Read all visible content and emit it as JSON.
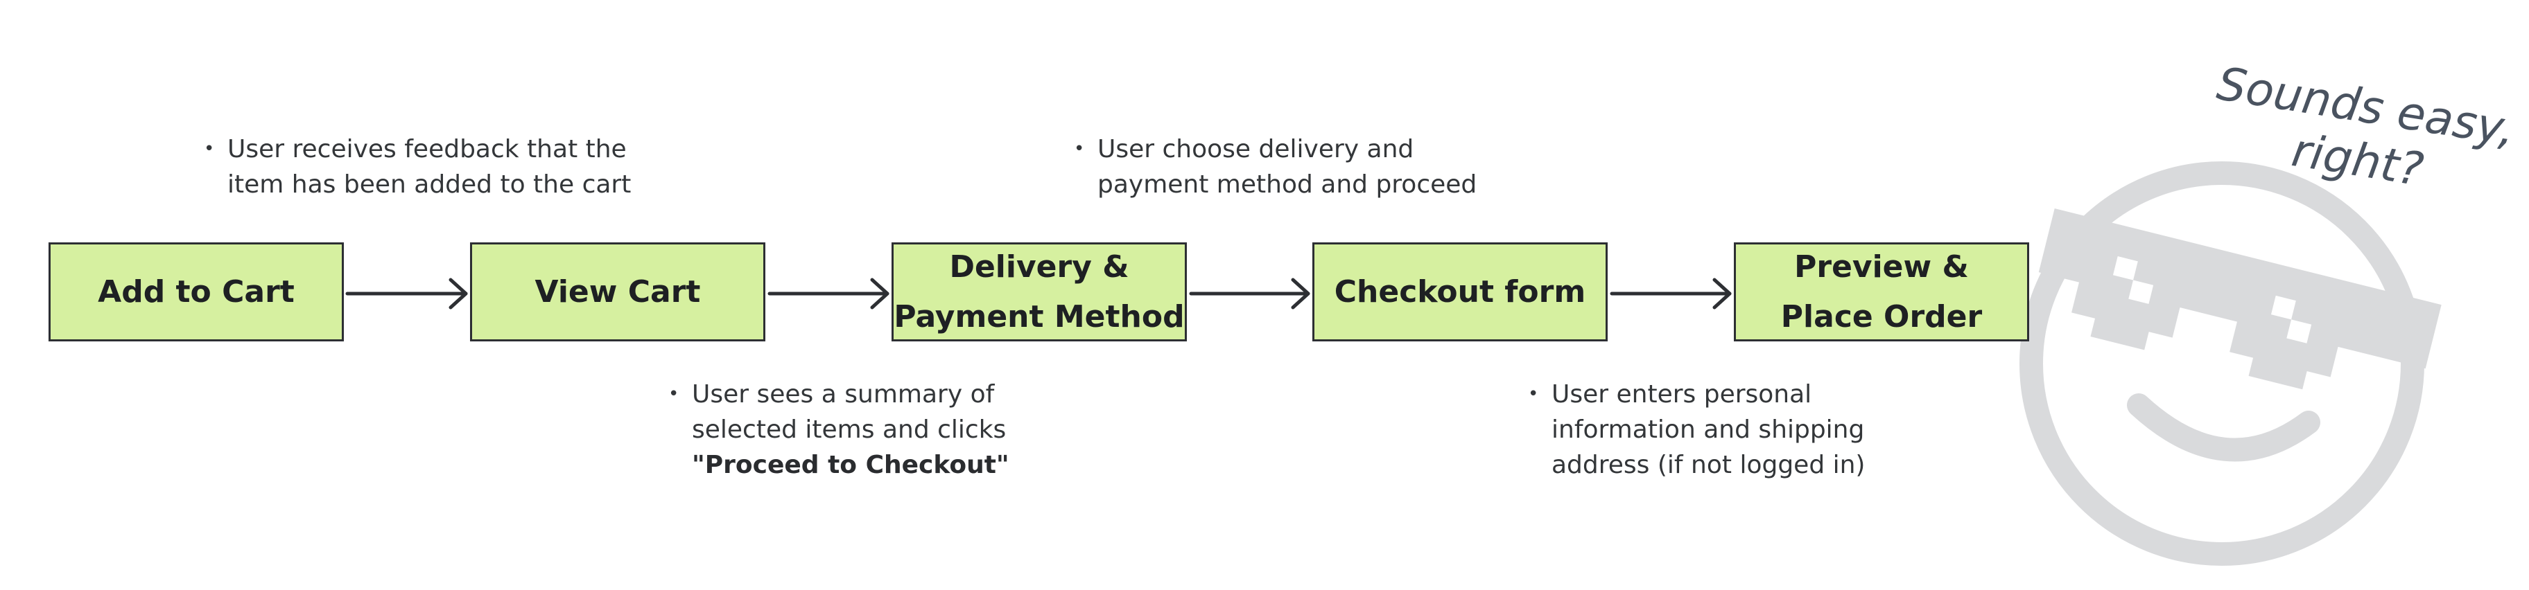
{
  "steps": [
    {
      "lines": [
        "Add to Cart"
      ]
    },
    {
      "lines": [
        "View Cart"
      ]
    },
    {
      "lines": [
        "Delivery &",
        "Payment Method"
      ]
    },
    {
      "lines": [
        "Checkout form"
      ]
    },
    {
      "lines": [
        "Preview &",
        "Place Order"
      ]
    }
  ],
  "notes": {
    "add_to_cart": [
      "User receives feedback that the",
      "item has been added to the cart"
    ],
    "view_cart": [
      "User sees a summary of",
      "selected items and clicks"
    ],
    "view_cart_emphasis": "\"Proceed to Checkout\"",
    "delivery": [
      "User choose delivery and",
      "payment method and proceed"
    ],
    "checkout": [
      "User enters personal",
      "information and shipping",
      "address (if not logged in)"
    ]
  },
  "bullet": "•",
  "caption": [
    "Sounds easy,",
    "right?"
  ],
  "colors": {
    "step_fill": "#d6f0a0",
    "step_border": "#2d2f33",
    "connector": "#2d2f33",
    "smiley": "#d9dadc",
    "caption": "#4a5360"
  },
  "icons": {
    "connector": "arrow-right-icon",
    "decoration": "sunglasses-smiley-icon"
  }
}
